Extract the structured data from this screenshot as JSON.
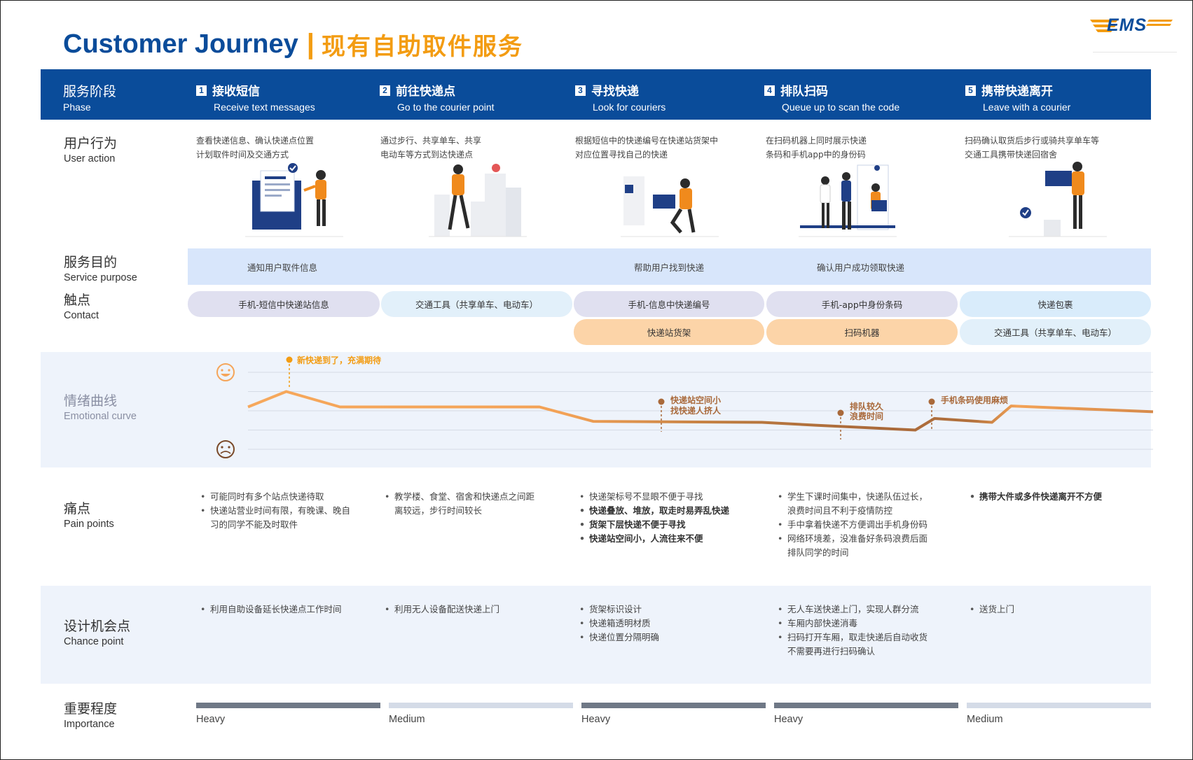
{
  "header": {
    "title_en": "Customer Journey",
    "title_sep": "|",
    "title_cn": "现有自助取件服务",
    "logo_text": "EMS"
  },
  "colors": {
    "brand_blue": "#0a4c9a",
    "accent_orange": "#f39c12",
    "purpose_bg": "#d8e6fb",
    "band_bg": "#eef3fb",
    "heavy": "#6f7886",
    "medium": "#d4dbe7",
    "curve_orange": "#f5a55a",
    "curve_brown": "#a9693a"
  },
  "rows": {
    "phase": {
      "cn": "服务阶段",
      "en": "Phase"
    },
    "user_action": {
      "cn": "用户行为",
      "en": "User action"
    },
    "service_purpose": {
      "cn": "服务目的",
      "en": "Service purpose"
    },
    "contact": {
      "cn": "触点",
      "en": "Contact"
    },
    "emotional_curve": {
      "cn": "情绪曲线",
      "en": "Emotional curve"
    },
    "pain_points": {
      "cn": "痛点",
      "en": "Pain points"
    },
    "chance_point": {
      "cn": "设计机会点",
      "en": "Chance point"
    },
    "importance": {
      "cn": "重要程度",
      "en": "Importance"
    }
  },
  "phases": [
    {
      "num": "1",
      "cn": "接收短信",
      "en": "Receive text messages",
      "action": [
        "查看快递信息、确认快递点位置",
        "计划取件时间及交通方式"
      ],
      "pain": [
        {
          "t": "可能同时有多个站点快递待取",
          "b": false
        },
        {
          "t": "快递站营业时间有限，有晚课、晚自",
          "b": false
        },
        {
          "t": "习的同学不能及时取件",
          "b": false,
          "cont": true
        }
      ],
      "chance": [
        {
          "t": "利用自助设备延长快递点工作时间"
        }
      ],
      "importance": "Heavy"
    },
    {
      "num": "2",
      "cn": "前往快递点",
      "en": "Go to the courier point",
      "action": [
        "通过步行、共享单车、共享",
        "电动车等方式到达快递点"
      ],
      "pain": [
        {
          "t": "教学楼、食堂、宿舍和快递点之间距",
          "b": false
        },
        {
          "t": "离较远，步行时间较长",
          "b": false,
          "cont": true
        }
      ],
      "chance": [
        {
          "t": "利用无人设备配送快递上门"
        }
      ],
      "importance": "Medium"
    },
    {
      "num": "3",
      "cn": "寻找快递",
      "en": "Look for couriers",
      "action": [
        "根据短信中的快递编号在快递站货架中",
        "对应位置寻找自己的快递"
      ],
      "pain": [
        {
          "t": "快递架标号不显眼不便于寻找",
          "b": false
        },
        {
          "t": "快递叠放、堆放，取走时易弄乱快递",
          "b": true
        },
        {
          "t": "货架下层快递不便于寻找",
          "b": true
        },
        {
          "t": "快递站空间小，人流往来不便",
          "b": true
        }
      ],
      "chance": [
        {
          "t": "货架标识设计"
        },
        {
          "t": "快递箱透明材质"
        },
        {
          "t": "快递位置分隔明确"
        }
      ],
      "importance": "Heavy"
    },
    {
      "num": "4",
      "cn": "排队扫码",
      "en": "Queue up to scan the code",
      "action": [
        "在扫码机器上同时展示快递",
        "条码和手机app中的身份码"
      ],
      "pain": [
        {
          "t": "学生下课时间集中，快递队伍过长，",
          "b": false
        },
        {
          "t": "浪费时间且不利于疫情防控",
          "b": false,
          "cont": true
        },
        {
          "t": "手中拿着快递不方便调出手机身份码",
          "b": false
        },
        {
          "t": "网络环境差，没准备好条码浪费后面",
          "b": false
        },
        {
          "t": "排队同学的时间",
          "b": false,
          "cont": true
        }
      ],
      "chance": [
        {
          "t": "无人车送快递上门，实现人群分流"
        },
        {
          "t": "车厢内部快递消毒"
        },
        {
          "t": "扫码打开车厢，取走快递后自动收货"
        },
        {
          "t": "不需要再进行扫码确认",
          "cont": true
        }
      ],
      "importance": "Heavy"
    },
    {
      "num": "5",
      "cn": "携带快递离开",
      "en": "Leave with a courier",
      "action": [
        "扫码确认取货后步行或骑共享单车等",
        "交通工具携带快递回宿舍"
      ],
      "pain": [
        {
          "t": "携带大件或多件快递离开不方便",
          "b": true
        }
      ],
      "chance": [
        {
          "t": "送货上门"
        }
      ],
      "importance": "Medium"
    }
  ],
  "service_purpose": [
    "通知用户取件信息",
    "帮助用户找到快递",
    "确认用户成功领取快递"
  ],
  "contacts": {
    "row1": [
      "手机-短信中快递站信息",
      "交通工具（共享单车、电动车）",
      "手机-信息中快递编号",
      "手机-app中身份条码",
      "快递包裹"
    ],
    "row2": [
      "快递站货架",
      "扫码机器",
      "交通工具（共享单车、电动车）"
    ]
  },
  "emotion_annotations": [
    "新快递到了，充满期待",
    "快递站空间小",
    "找快递人挤人",
    "排队较久",
    "浪费时间",
    "手机条码使用麻烦"
  ],
  "chart_data": {
    "type": "line",
    "y_scale": "emotion (1 = sad, 5 = happy)",
    "ylim": [
      1,
      5
    ],
    "x": [
      0,
      0.5,
      1.2,
      3.8,
      4.5,
      6.7,
      7.4,
      8.7,
      8.95,
      9.7,
      9.95,
      11.8
    ],
    "y": [
      3.2,
      4.0,
      3.2,
      3.2,
      2.45,
      2.4,
      2.25,
      2.0,
      2.6,
      2.4,
      3.25,
      2.95
    ],
    "grid": true
  }
}
